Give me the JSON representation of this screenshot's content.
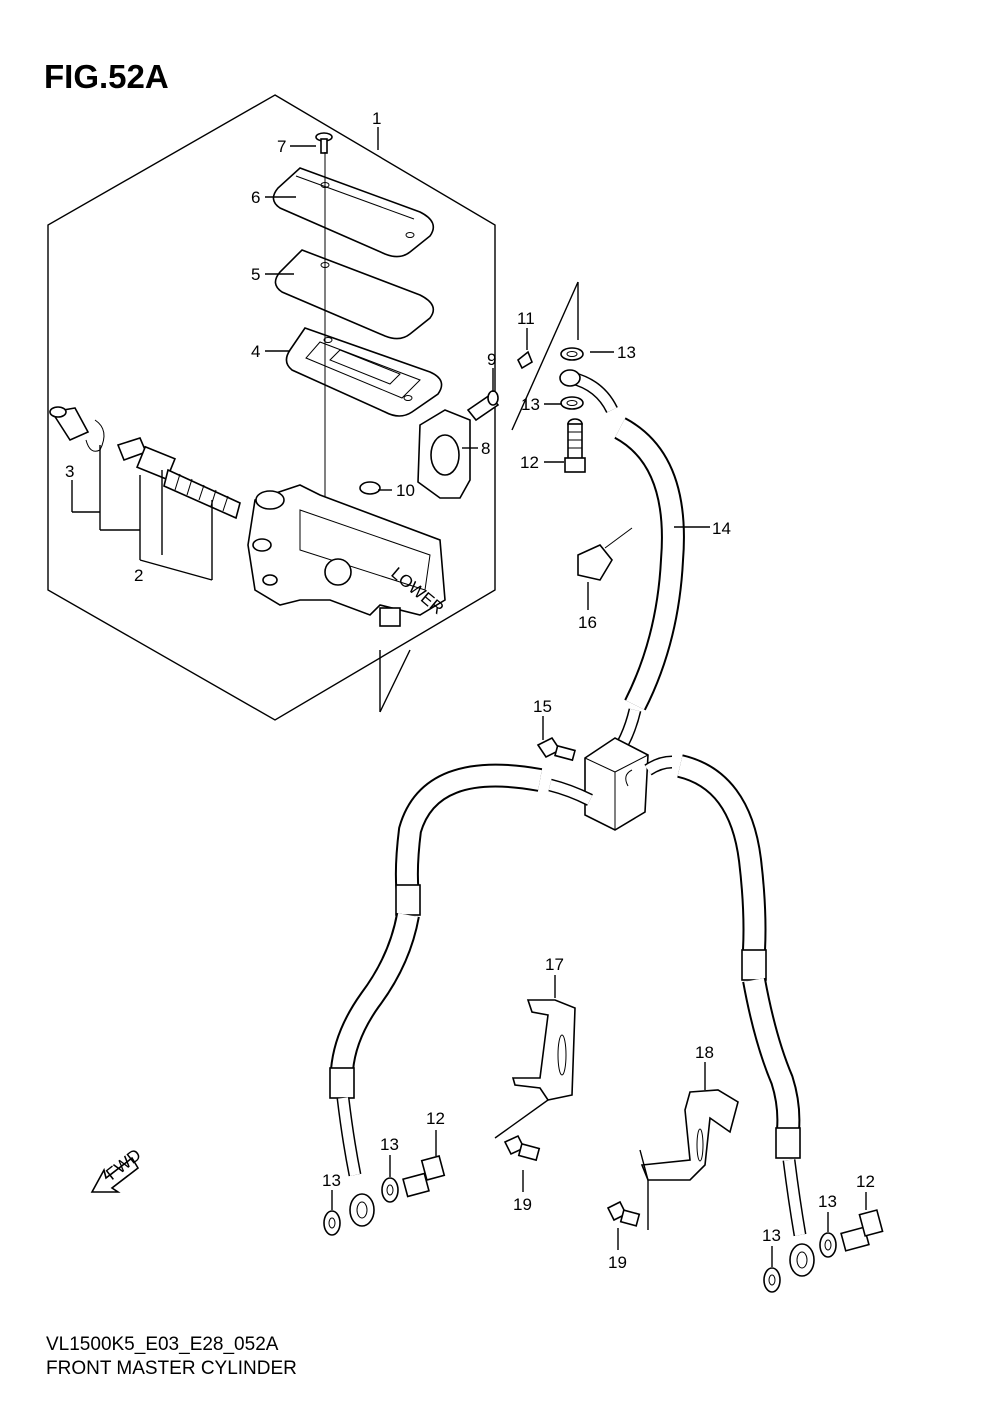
{
  "figure": {
    "title": "FIG.52A",
    "code": "VL1500K5_E03_E28_052A",
    "name": "FRONT MASTER CYLINDER",
    "fwd_label": "FWD"
  },
  "callouts": [
    {
      "id": "c1",
      "text": "1"
    },
    {
      "id": "c2",
      "text": "2"
    },
    {
      "id": "c3",
      "text": "3"
    },
    {
      "id": "c4",
      "text": "4"
    },
    {
      "id": "c5",
      "text": "5"
    },
    {
      "id": "c6",
      "text": "6"
    },
    {
      "id": "c7",
      "text": "7"
    },
    {
      "id": "c8",
      "text": "8"
    },
    {
      "id": "c9",
      "text": "9"
    },
    {
      "id": "c10",
      "text": "10"
    },
    {
      "id": "c11",
      "text": "11"
    },
    {
      "id": "c12a",
      "text": "12"
    },
    {
      "id": "c12b",
      "text": "12"
    },
    {
      "id": "c12c",
      "text": "12"
    },
    {
      "id": "c13a",
      "text": "13"
    },
    {
      "id": "c13b",
      "text": "13"
    },
    {
      "id": "c13c",
      "text": "13"
    },
    {
      "id": "c13d",
      "text": "13"
    },
    {
      "id": "c13e",
      "text": "13"
    },
    {
      "id": "c13f",
      "text": "13"
    },
    {
      "id": "c14",
      "text": "14"
    },
    {
      "id": "c15",
      "text": "15"
    },
    {
      "id": "c16",
      "text": "16"
    },
    {
      "id": "c17",
      "text": "17"
    },
    {
      "id": "c18",
      "text": "18"
    },
    {
      "id": "c19a",
      "text": "19"
    },
    {
      "id": "c19b",
      "text": "19"
    }
  ],
  "markings": {
    "reservoir_text": "LOWER"
  }
}
